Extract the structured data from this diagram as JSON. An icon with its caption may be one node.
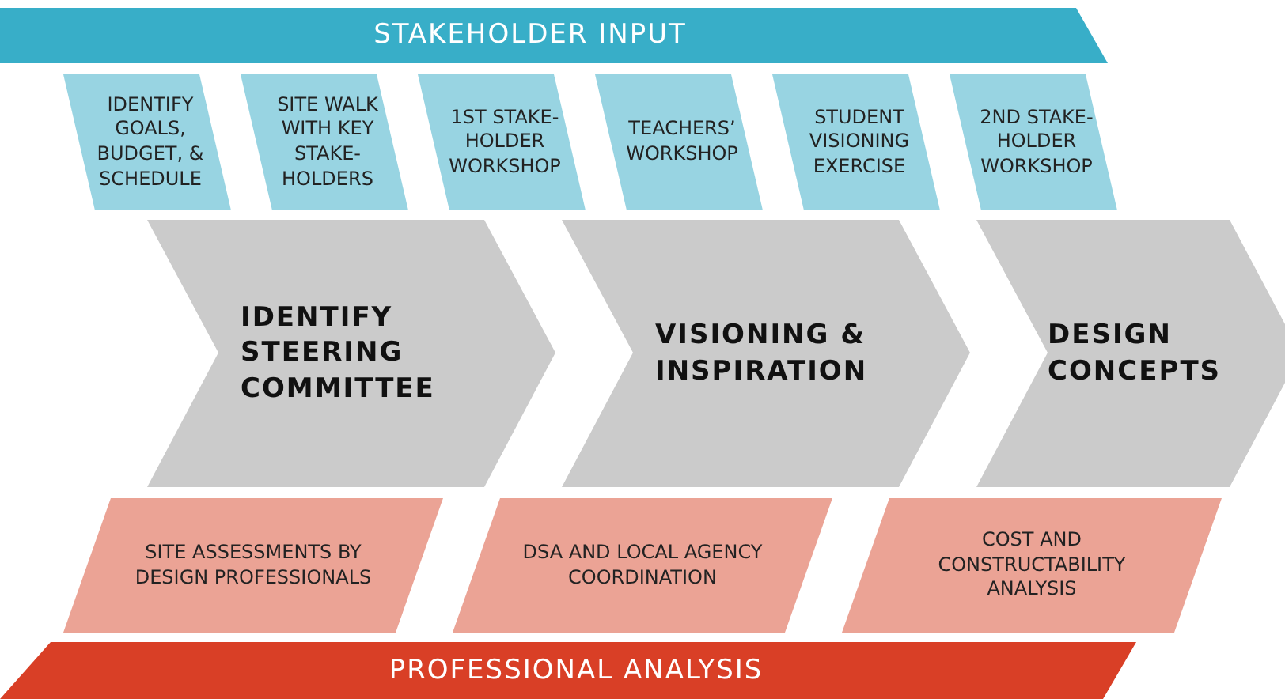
{
  "diagram": {
    "nodes": [
      {
        "text": [
          "STAKEHOLDER INPUT"
        ]
      },
      {
        "text": [
          "IDENTIFY GOALS, BUDGET, & SCHEDULE"
        ]
      },
      {
        "text": [
          "SITE WALK WITH KEY STAKE- HOLDERS"
        ]
      },
      {
        "text": [
          "1ST STAKE- HOLDER WORKSHOP"
        ]
      },
      {
        "text": [
          "TEACHERS’ WORKSHOP"
        ]
      },
      {
        "text": [
          "STUDENT VISIONING EXERCISE"
        ]
      },
      {
        "text": [
          "2ND STAKE- HOLDER WORKSHOP"
        ]
      },
      {
        "text": [
          "IDENTIFY STEERING COMMITTEE"
        ]
      },
      {
        "text": [
          "VISIONING & INSPIRATION"
        ]
      },
      {
        "text": [
          "DESIGN CONCEPTS"
        ]
      },
      {
        "text": [
          "SITE ASSESSMENTS BY DESIGN PROFESSIONALS"
        ]
      },
      {
        "text": [
          "DSA AND LOCAL AGENCY COORDINATION"
        ]
      },
      {
        "text": [
          "COST AND CONSTRUCTABILITY ANALYSIS"
        ]
      },
      {
        "text": [
          "PROFESSIONAL ANALYSIS"
        ]
      }
    ]
  }
}
